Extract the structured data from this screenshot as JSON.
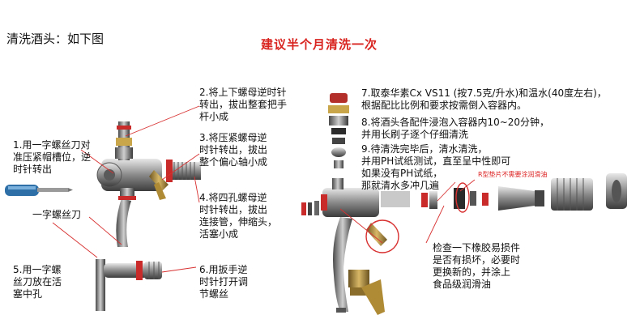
{
  "title": "清洗酒头：如下图",
  "red_title": "建议半个月清洗一次",
  "steps": {
    "s1": "1.用一字螺丝刀对\n准压紧帽槽位，逆\n时针转出",
    "s2": "2.将上下螺母逆时针\n转出，拔出整套把手\n杆小成",
    "s3": "3.将压紧螺母逆\n时针转出，拔出\n整个偏心轴小成",
    "s4": "4.将四孔螺母逆\n时针转出，拔出\n连接管，伸缩头，\n活塞小成",
    "s5": "5.用一字螺\n丝刀放在活\n塞中孔",
    "s6": "6.用扳手逆\n时针打开调\n节螺丝",
    "s7": "7.取泰华素Cx VS11 (按7.5克/升水)和温水(40度左右)，\n  根据配比比例和要求按需倒入容器内。",
    "s8": "8.将酒头各配件浸泡入容器内10~20分钟，\n并用长刷子逐个仔细清洗",
    "s9": "9.待清洗完毕后，清水清洗，\n并用PH试纸测试，直至呈中性即可\n如果没有PH试纸，\n那就清水多冲几遍"
  },
  "screwdriver_label": "一字螺丝刀",
  "oring_label": "R型垫片不需要涂润滑油",
  "check_note": "检查一下橡胶易损件\n是否有损坏，必要时\n更换新的，并涂上\n食品级润滑油"
}
